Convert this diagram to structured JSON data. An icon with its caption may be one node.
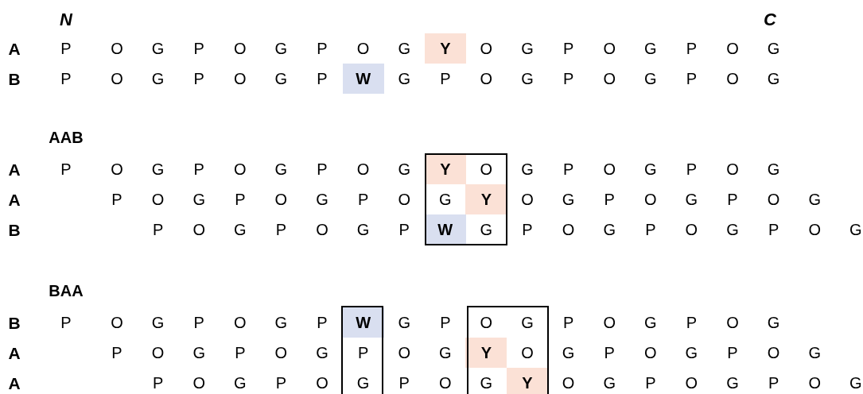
{
  "diagram": {
    "labels": [
      "N",
      "C",
      "A",
      "P",
      "O",
      "G",
      "P",
      "O",
      "G",
      "P",
      "O",
      "G",
      "Y",
      "O",
      "G",
      "P",
      "O",
      "G",
      "P",
      "O",
      "G",
      "B",
      "P",
      "O",
      "G",
      "P",
      "O",
      "G",
      "P",
      "W",
      "G",
      "P",
      "O",
      "G",
      "P",
      "O",
      "G",
      "P",
      "O",
      "G",
      "AAB",
      "A",
      "P",
      "O",
      "G",
      "P",
      "O",
      "G",
      "P",
      "O",
      "G",
      "Y",
      "O",
      "G",
      "P",
      "O",
      "G",
      "P",
      "O",
      "G",
      "A",
      "P",
      "O",
      "G",
      "P",
      "O",
      "G",
      "P",
      "O",
      "G",
      "Y",
      "O",
      "G",
      "P",
      "O",
      "G",
      "P",
      "O",
      "G",
      "B",
      "P",
      "O",
      "G",
      "P",
      "O",
      "G",
      "P",
      "W",
      "G",
      "P",
      "O",
      "G",
      "P",
      "O",
      "G",
      "P",
      "O",
      "G",
      "BAA",
      "B",
      "P",
      "O",
      "G",
      "P",
      "O",
      "G",
      "P",
      "W",
      "G",
      "P",
      "O",
      "G",
      "P",
      "O",
      "G",
      "P",
      "O",
      "G",
      "A",
      "P",
      "O",
      "G",
      "P",
      "O",
      "G",
      "P",
      "O",
      "G",
      "Y",
      "O",
      "G",
      "P",
      "O",
      "G",
      "P",
      "O",
      "G",
      "A",
      "P",
      "O",
      "G",
      "P",
      "O",
      "G",
      "P",
      "O",
      "G",
      "Y",
      "O",
      "G",
      "P",
      "O",
      "G",
      "P",
      "O",
      "G"
    ]
  }
}
